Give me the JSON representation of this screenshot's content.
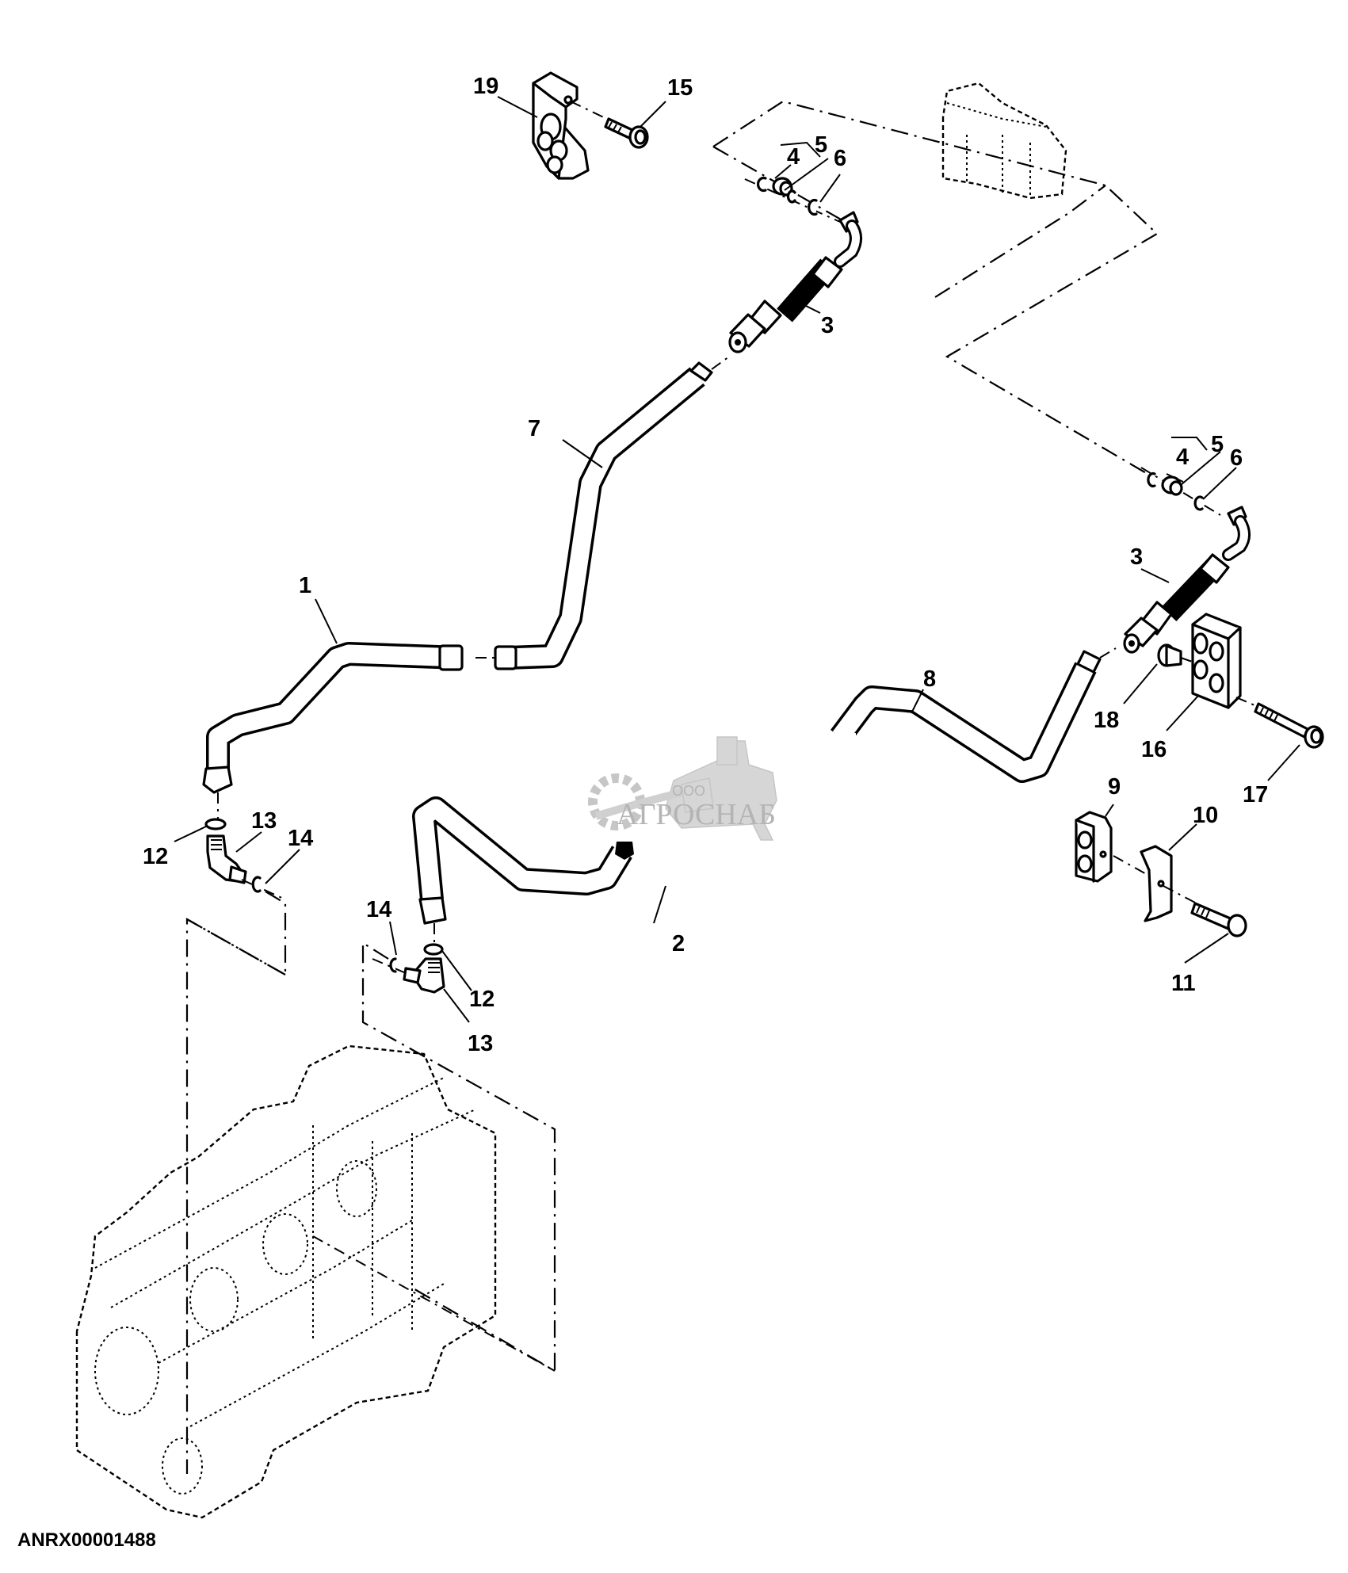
{
  "diagram": {
    "type": "exploded-parts-diagram",
    "subject": "hydraulic/oil lines with hoses, fittings and clamps",
    "figure_id": "ANRX00001488",
    "watermark": {
      "prefix": "ООО",
      "name": "АГРОСНАБ",
      "color": "#a8a8a8"
    },
    "callouts": [
      {
        "id": "c19a",
        "number": "19",
        "part": "manifold block"
      },
      {
        "id": "c15",
        "number": "15",
        "part": "cap screw"
      },
      {
        "id": "c4a",
        "number": "4",
        "part": "O-ring"
      },
      {
        "id": "c5a",
        "number": "5",
        "part": "fitting"
      },
      {
        "id": "c6a",
        "number": "6",
        "part": "O-ring"
      },
      {
        "id": "c3a",
        "number": "3",
        "part": "hose"
      },
      {
        "id": "c7",
        "number": "7",
        "part": "line"
      },
      {
        "id": "c4b",
        "number": "4",
        "part": "O-ring"
      },
      {
        "id": "c5b",
        "number": "5",
        "part": "fitting"
      },
      {
        "id": "c6b",
        "number": "6",
        "part": "O-ring"
      },
      {
        "id": "c3b",
        "number": "3",
        "part": "hose"
      },
      {
        "id": "c1",
        "number": "1",
        "part": "line"
      },
      {
        "id": "c8",
        "number": "8",
        "part": "line"
      },
      {
        "id": "c18",
        "number": "18",
        "part": "plug"
      },
      {
        "id": "c16",
        "number": "16",
        "part": "manifold block"
      },
      {
        "id": "c17",
        "number": "17",
        "part": "cap screw"
      },
      {
        "id": "c13a",
        "number": "13",
        "part": "elbow fitting"
      },
      {
        "id": "c14a",
        "number": "14",
        "part": "O-ring"
      },
      {
        "id": "c12a",
        "number": "12",
        "part": "O-ring"
      },
      {
        "id": "c9",
        "number": "9",
        "part": "clamp"
      },
      {
        "id": "c10",
        "number": "10",
        "part": "clamp plate"
      },
      {
        "id": "c11",
        "number": "11",
        "part": "cap screw"
      },
      {
        "id": "c2",
        "number": "2",
        "part": "line"
      },
      {
        "id": "c14b",
        "number": "14",
        "part": "O-ring"
      },
      {
        "id": "c12b",
        "number": "12",
        "part": "O-ring"
      },
      {
        "id": "c13b",
        "number": "13",
        "part": "elbow fitting"
      }
    ]
  }
}
